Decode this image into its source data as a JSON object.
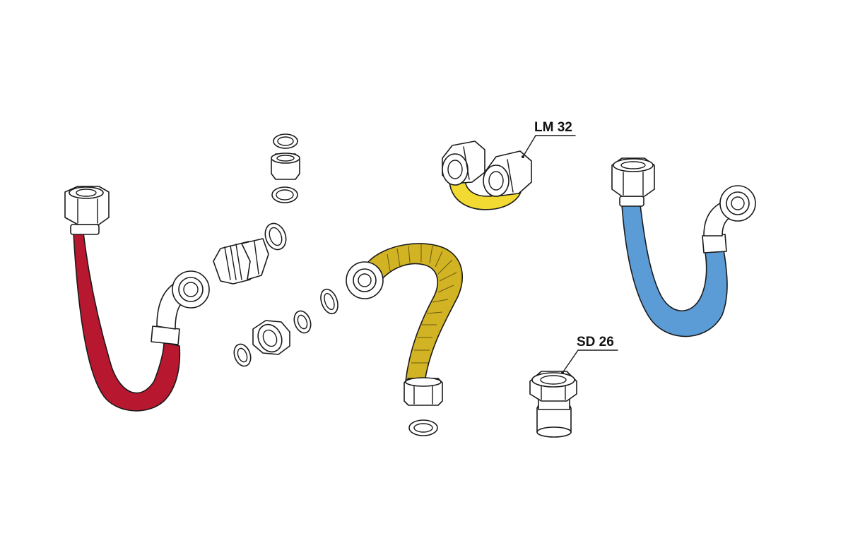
{
  "callouts": {
    "lm32": "LM 32",
    "sd26": "SD 26"
  },
  "colors": {
    "red_hose": "#b8182f",
    "yellow_hose": "#d2b324",
    "yellow_elbow": "#f2da33",
    "blue_hose": "#5b9bd6",
    "outline": "#1a1a1a"
  },
  "parts": [
    "red-flexible-hose",
    "male-nipple-adapter",
    "flat-gasket",
    "compression-nut",
    "yellow-corrugated-gas-hose",
    "lm32-elbow-connector",
    "blue-flexible-hose",
    "sd26-straight-connector"
  ]
}
